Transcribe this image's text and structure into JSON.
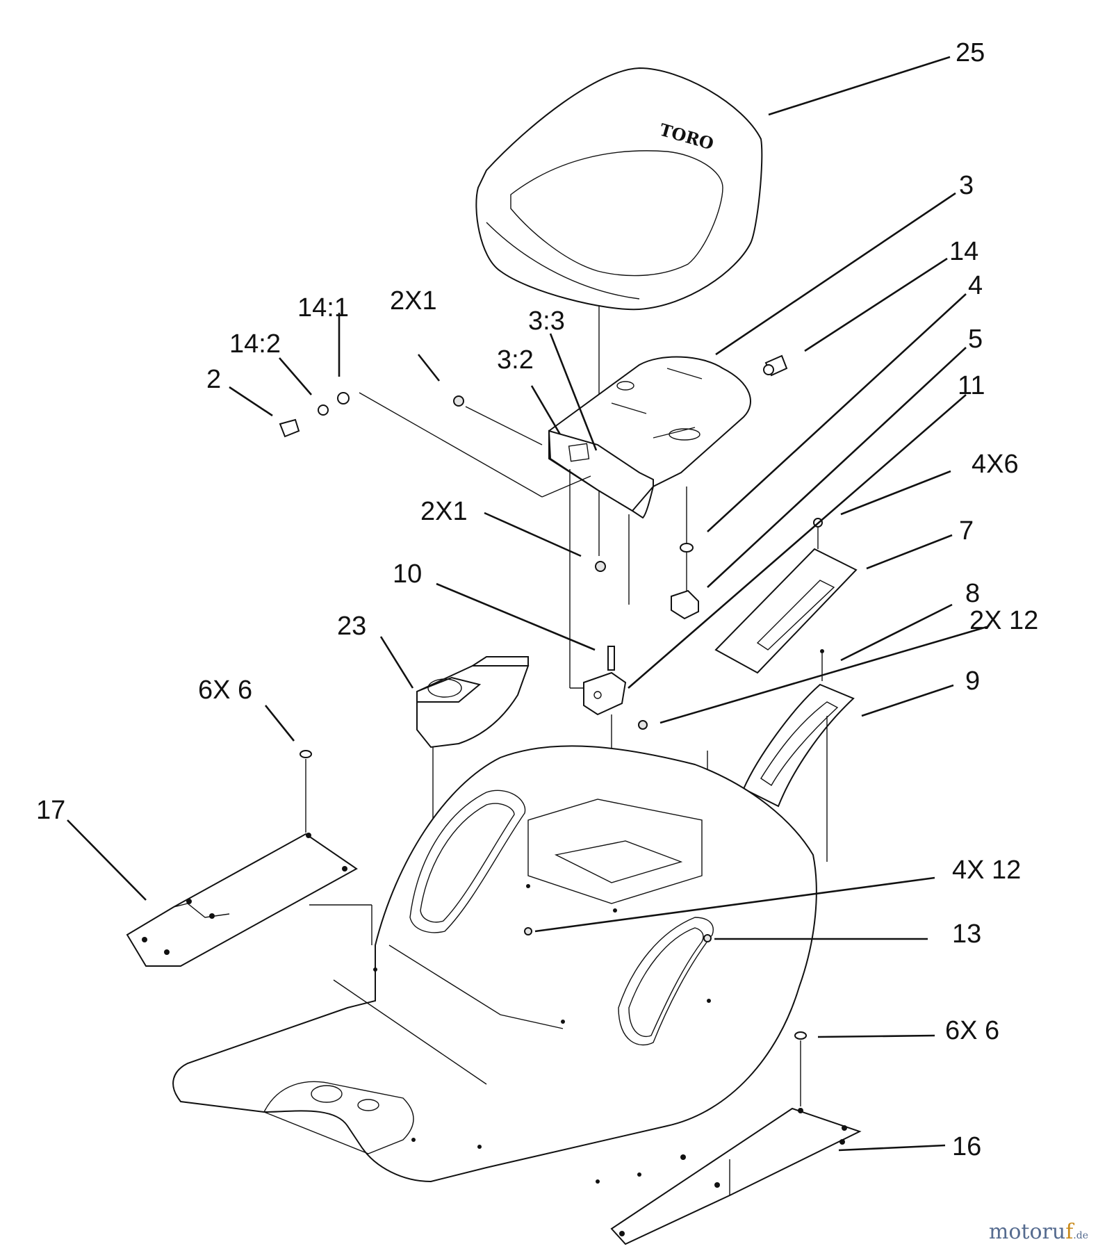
{
  "diagram": {
    "seat_brand_text": "TORO",
    "watermark": {
      "main": "motoru",
      "accent": "f",
      "suffix": ".de"
    },
    "callouts": {
      "c25": "25",
      "c3": "3",
      "c14": "14",
      "c4": "4",
      "c5": "5",
      "c11": "11",
      "c4x6": "4X6",
      "c7": "7",
      "c8": "8",
      "c2x12": "2X 12",
      "c9": "9",
      "c4x12": "4X 12",
      "c13": "13",
      "c6x6_right": "6X 6",
      "c16": "16",
      "c17": "17",
      "c6x6_left": "6X 6",
      "c23": "23",
      "c10": "10",
      "c2x1_mid": "2X1",
      "c2x1_top": "2X1",
      "c3_2": "3:2",
      "c3_3": "3:3",
      "c14_1": "14:1",
      "c14_2": "14:2",
      "c2": "2"
    }
  }
}
